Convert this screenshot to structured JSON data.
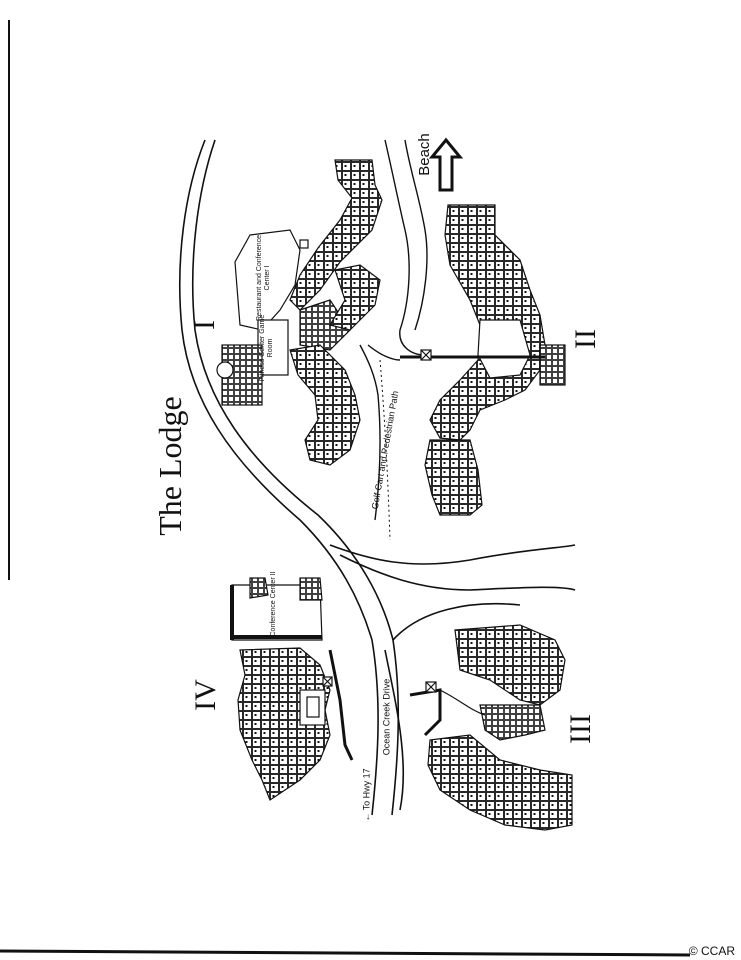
{
  "map": {
    "title": "The Lodge",
    "beach_label": "Beach",
    "sections": {
      "one": "I",
      "two": "II",
      "three": "III",
      "four": "IV"
    },
    "buildings": {
      "restaurant": "Restaurant and Conference Center I",
      "fitness": "Fitness Center Game Room",
      "conference_two": "Conference Center II"
    },
    "roads": {
      "golf_path": "Golf Cart and Pedestrian Path",
      "ocean_creek": "Ocean Creek Drive",
      "highway": "← To Hwy 17"
    }
  },
  "watermark": "© CCAR"
}
